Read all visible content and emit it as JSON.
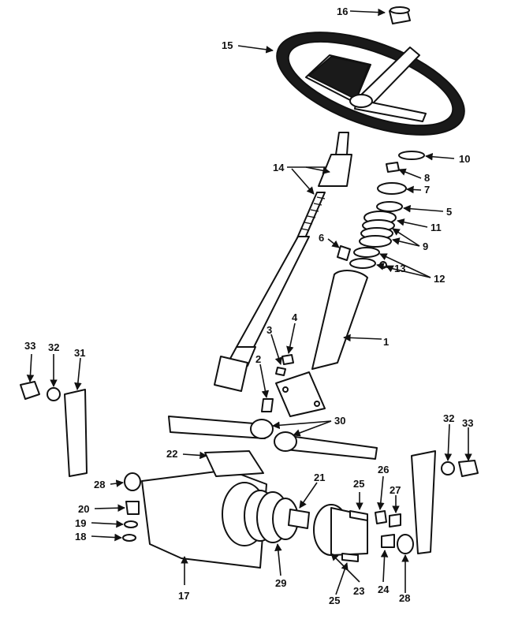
{
  "callouts": {
    "c1": "1",
    "c2": "2",
    "c3": "3",
    "c4": "4",
    "c5": "5",
    "c6": "6",
    "c7": "7",
    "c8": "8",
    "c9": "9",
    "c10": "10",
    "c11": "11",
    "c12": "12",
    "c13": "13",
    "c14": "14",
    "c15": "15",
    "c16": "16",
    "c17": "17",
    "c18": "18",
    "c19": "19",
    "c20": "20",
    "c21": "21",
    "c22": "22",
    "c23": "23",
    "c24": "24",
    "c25a": "25",
    "c25b": "25",
    "c26": "26",
    "c27": "27",
    "c28a": "28",
    "c28b": "28",
    "c29": "29",
    "c30": "30",
    "c31": "31",
    "c32a": "32",
    "c32b": "32",
    "c33a": "33",
    "c33b": "33"
  }
}
